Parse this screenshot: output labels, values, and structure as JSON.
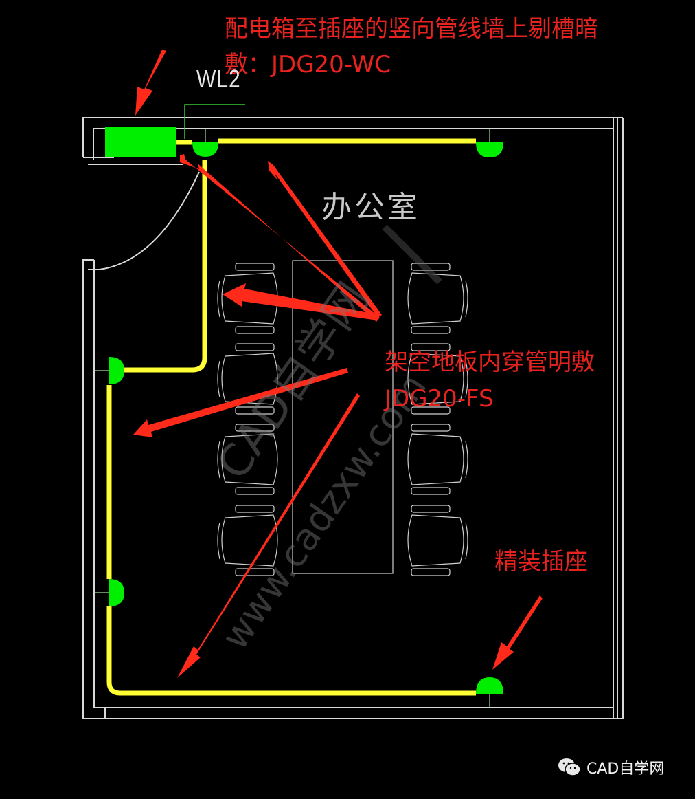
{
  "annotations": {
    "top_line1": "配电箱至插座的竖向管线墙上剔槽暗",
    "top_line2": "敷：JDG20-WC",
    "middle_line1": "架空地板内穿管明敷",
    "middle_line2": "JDG20-FS",
    "outlet_label": "精装插座"
  },
  "drawing": {
    "room_name": "办公室",
    "circuit_tag": "WL2"
  },
  "watermark": {
    "primary": "CAD自学网",
    "secondary": "www.cadzxw.com"
  },
  "logo": {
    "icon": "wechat-icon",
    "text": "CAD自学网"
  },
  "colors": {
    "background": "#000000",
    "wall": "#d9d9d9",
    "conduit": "#ffff33",
    "outlet": "#00ee00",
    "annotation": "#e8231f",
    "arrow": "#ff2a1a"
  }
}
